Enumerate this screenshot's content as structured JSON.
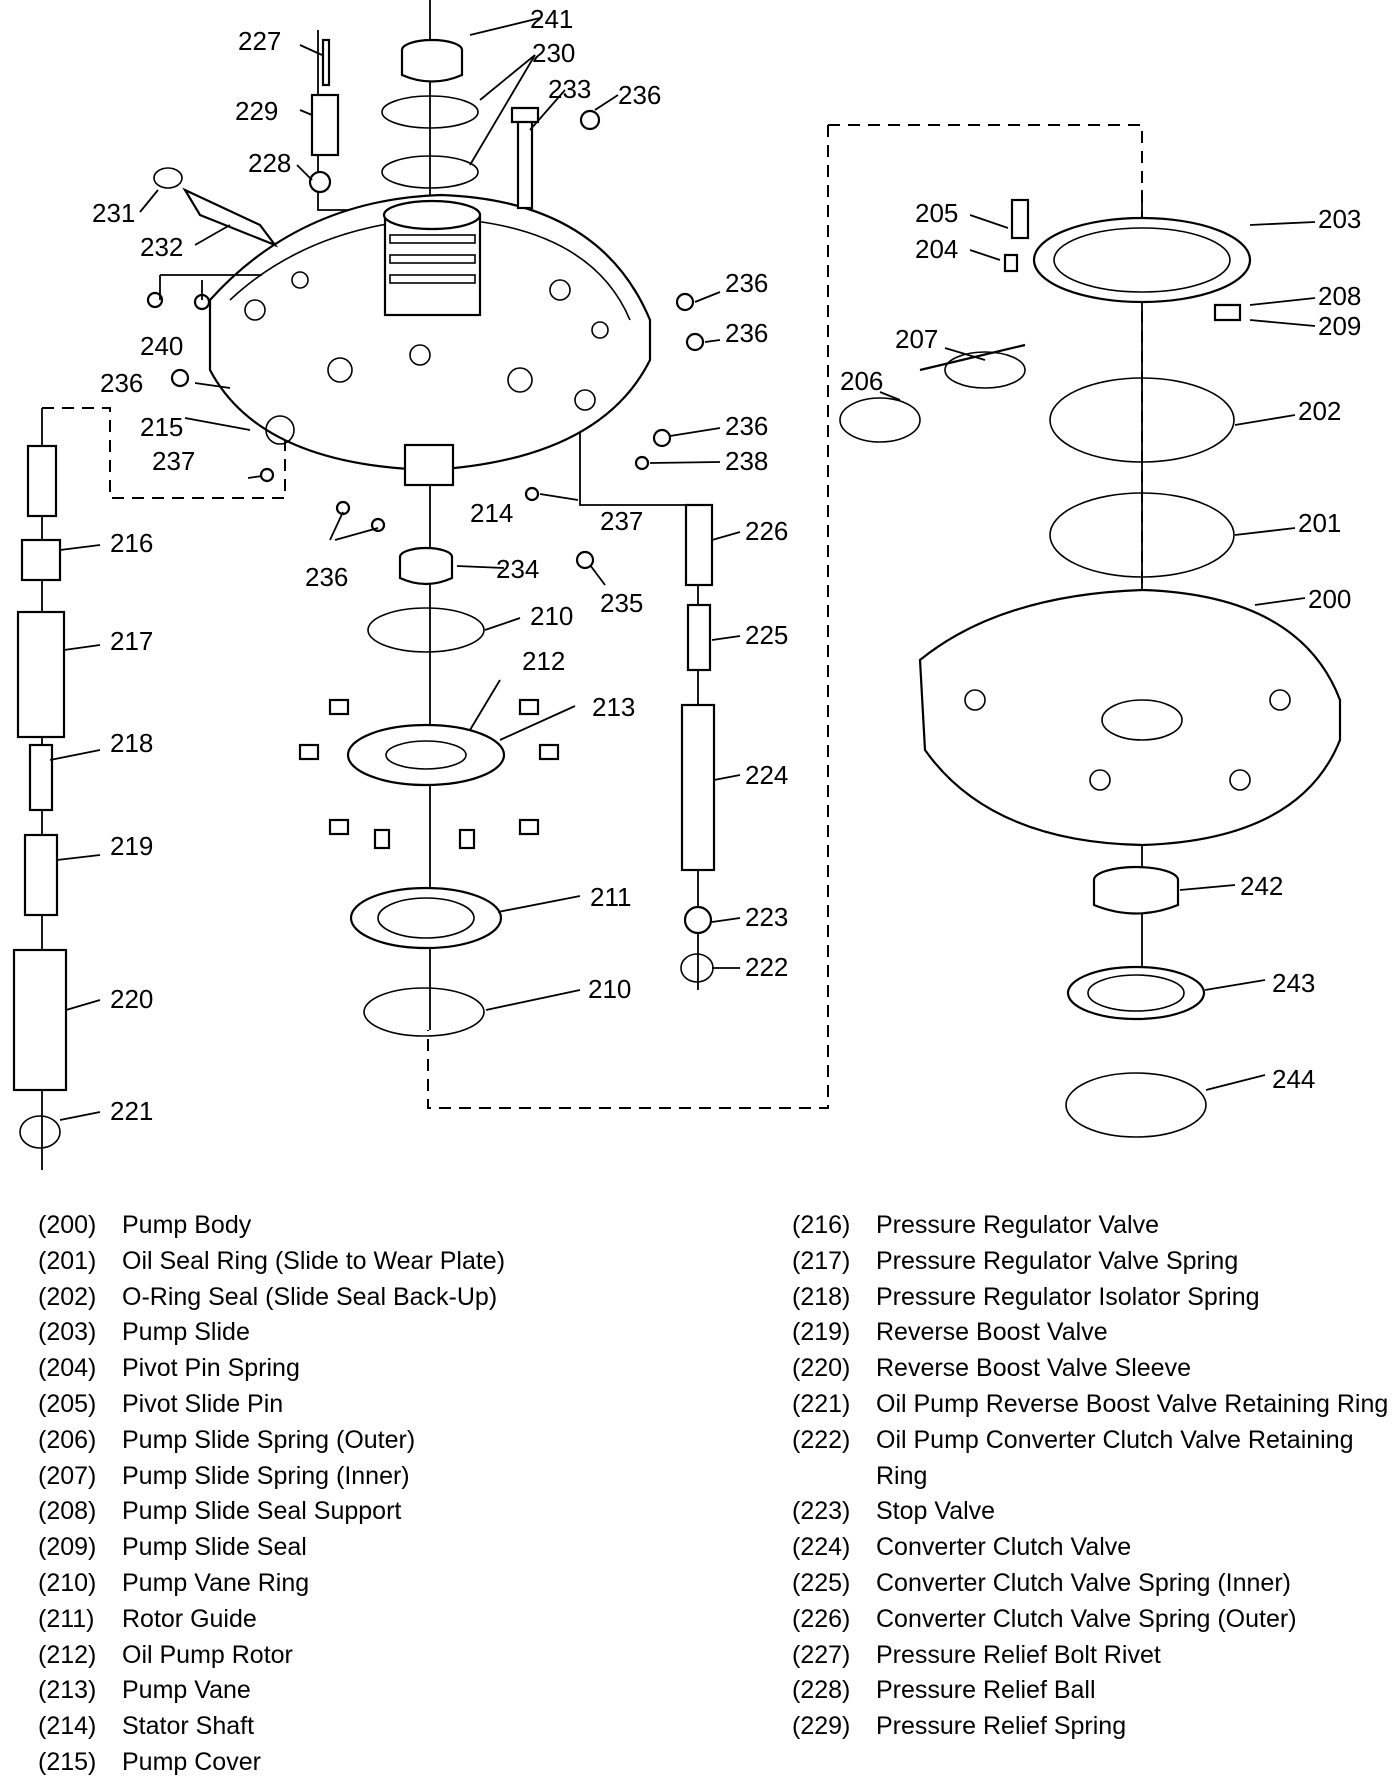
{
  "callouts": [
    "200",
    "201",
    "202",
    "203",
    "204",
    "205",
    "206",
    "207",
    "208",
    "209",
    "210",
    "210",
    "211",
    "212",
    "213",
    "214",
    "215",
    "216",
    "217",
    "218",
    "219",
    "220",
    "221",
    "222",
    "223",
    "224",
    "225",
    "226",
    "227",
    "228",
    "229",
    "230",
    "231",
    "232",
    "233",
    "234",
    "235",
    "236",
    "236",
    "236",
    "236",
    "236",
    "236",
    "237",
    "237",
    "238",
    "240",
    "241",
    "242",
    "243",
    "244"
  ],
  "legend": {
    "left": [
      {
        "num": "(200)",
        "name": "Pump Body"
      },
      {
        "num": "(201)",
        "name": "Oil Seal Ring (Slide to Wear Plate)"
      },
      {
        "num": "(202)",
        "name": "O-Ring Seal (Slide Seal Back-Up)"
      },
      {
        "num": "(203)",
        "name": "Pump Slide"
      },
      {
        "num": "(204)",
        "name": "Pivot Pin Spring"
      },
      {
        "num": "(205)",
        "name": "Pivot Slide Pin"
      },
      {
        "num": "(206)",
        "name": "Pump Slide Spring (Outer)"
      },
      {
        "num": "(207)",
        "name": "Pump Slide Spring (Inner)"
      },
      {
        "num": "(208)",
        "name": "Pump Slide Seal Support"
      },
      {
        "num": "(209)",
        "name": "Pump Slide Seal"
      },
      {
        "num": "(210)",
        "name": "Pump Vane Ring"
      },
      {
        "num": "(211)",
        "name": "Rotor Guide"
      },
      {
        "num": "(212)",
        "name": "Oil Pump Rotor"
      },
      {
        "num": "(213)",
        "name": "Pump Vane"
      },
      {
        "num": "(214)",
        "name": "Stator Shaft"
      },
      {
        "num": "(215)",
        "name": "Pump Cover"
      }
    ],
    "right": [
      {
        "num": "(216)",
        "name": "Pressure Regulator Valve"
      },
      {
        "num": "(217)",
        "name": "Pressure Regulator Valve Spring"
      },
      {
        "num": "(218)",
        "name": "Pressure Regulator Isolator Spring"
      },
      {
        "num": "(219)",
        "name": "Reverse Boost Valve"
      },
      {
        "num": "(220)",
        "name": "Reverse Boost Valve Sleeve"
      },
      {
        "num": "(221)",
        "name": "Oil Pump Reverse Boost Valve Retaining Ring"
      },
      {
        "num": "(222)",
        "name": "Oil Pump Converter Clutch Valve Retaining Ring"
      },
      {
        "num": "(223)",
        "name": "Stop Valve"
      },
      {
        "num": "(224)",
        "name": "Converter Clutch Valve"
      },
      {
        "num": "(225)",
        "name": "Converter Clutch Valve Spring (Inner)"
      },
      {
        "num": "(226)",
        "name": "Converter Clutch Valve Spring (Outer)"
      },
      {
        "num": "(227)",
        "name": "Pressure Relief Bolt Rivet"
      },
      {
        "num": "(228)",
        "name": "Pressure Relief Ball"
      },
      {
        "num": "(229)",
        "name": "Pressure Relief Spring"
      }
    ]
  }
}
